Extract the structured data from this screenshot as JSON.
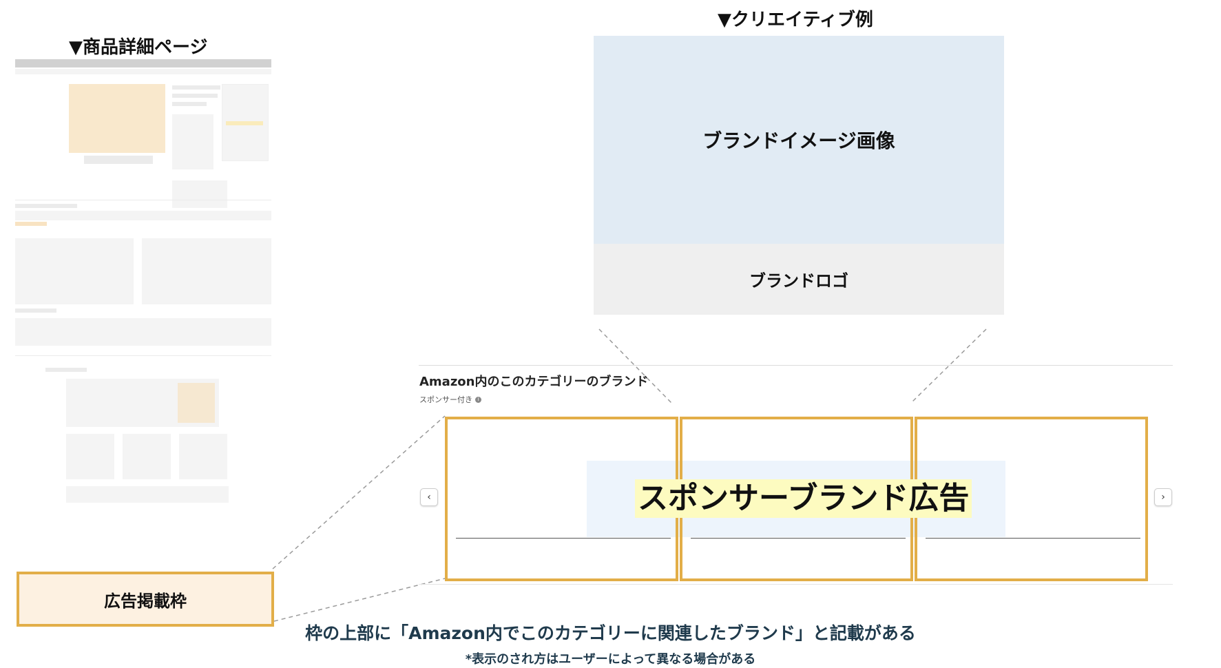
{
  "left_panel": {
    "heading": "▼商品詳細ページ"
  },
  "creative": {
    "heading": "▼クリエイティブ例",
    "brand_image_label": "ブランドイメージ画像",
    "brand_logo_label": "ブランドロゴ"
  },
  "widget": {
    "title": "Amazon内のこのカテゴリーのブランド",
    "sponsored_label": "スポンサー付き",
    "info_icon": "info-icon",
    "ad_label": "スポンサーブランド広告",
    "prev_icon": "chevron-left-icon",
    "next_icon": "chevron-right-icon"
  },
  "ad_slot": {
    "label": "広告掲載枠"
  },
  "note": {
    "main": "枠の上部に「Amazon内でこのカテゴリーに関連したブランド」と記載がある",
    "sub": "*表示のされ方はユーザーによって異なる場合がある"
  },
  "colors": {
    "frame": "#e2ae48",
    "brand_image_bg": "#e1ebf4",
    "brand_logo_bg": "#efefef",
    "ad_slot_bg": "#fdf1e1",
    "highlight": "#fdfbc0",
    "note_text": "#1f3a4c"
  }
}
